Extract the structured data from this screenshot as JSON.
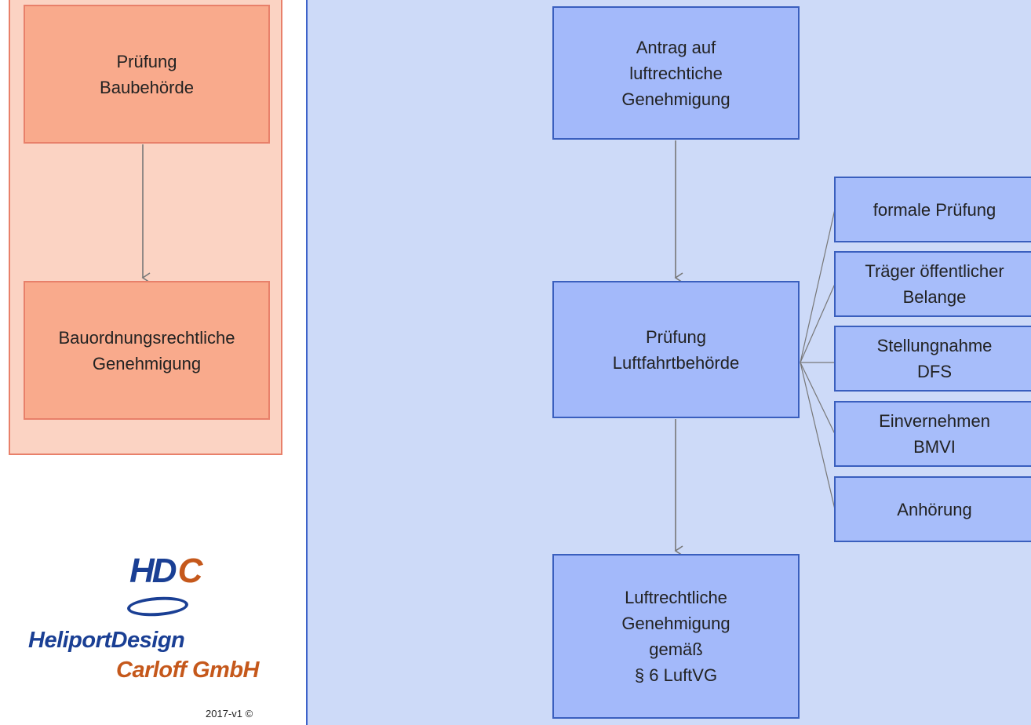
{
  "left_column": {
    "boxes": [
      {
        "id": "pruefung-bau",
        "label": "Prüfung\nBaubehörde"
      },
      {
        "id": "bauordnung",
        "label": "Bauordnungsrechtliche\nGenehmigung"
      }
    ]
  },
  "main_flow": {
    "boxes": [
      {
        "id": "antrag",
        "label": "Antrag auf\nluftrechtiche\nGenehmigung"
      },
      {
        "id": "pruefung-luft",
        "label": "Prüfung\nLuftfahrtbehörde"
      },
      {
        "id": "genehmigung",
        "label": "Luftrechtliche\nGenehmigung\ngemäß\n§ 6 LuftVG"
      }
    ]
  },
  "sub_steps": [
    {
      "id": "formal",
      "label": "formale Prüfung"
    },
    {
      "id": "traeger",
      "label": "Träger öffentlicher\nBelange"
    },
    {
      "id": "stellung",
      "label": "Stellungnahme\nDFS"
    },
    {
      "id": "einvern",
      "label": "Einvernehmen\nBMVI"
    },
    {
      "id": "anhoerung",
      "label": "Anhörung"
    }
  ],
  "logo": {
    "mark_hd": "HD",
    "mark_c": "C",
    "name_line1": "HeliportDesign",
    "name_line2": "Carloff GmbH"
  },
  "version": "2017-v1 ©",
  "colors": {
    "orange_fill": "#f9aa8c",
    "orange_panel": "#fbd3c3",
    "blue_fill": "#a3b9fa",
    "blue_panel": "#cddaf8",
    "logo_blue": "#1a3f94",
    "logo_orange": "#c5581b"
  }
}
